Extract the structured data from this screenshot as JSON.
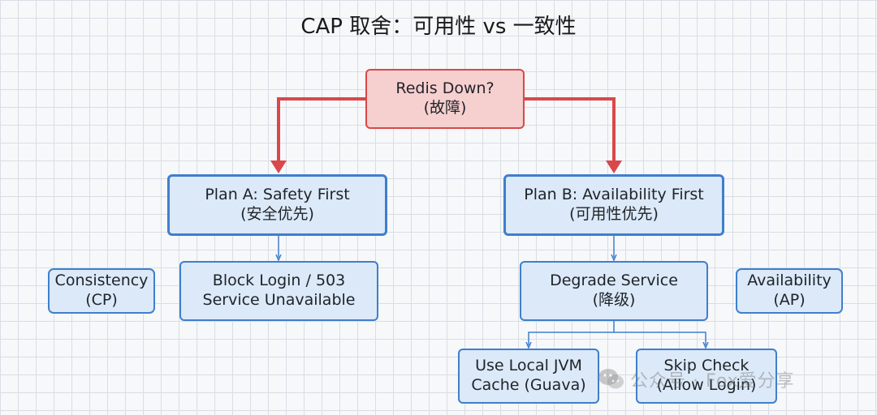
{
  "title": "CAP 取舍：可用性 vs 一致性",
  "root": {
    "line1": "Redis Down?",
    "line2": "(故障)"
  },
  "plan_a": {
    "line1": "Plan A: Safety First",
    "line2": "(安全优先)"
  },
  "plan_b": {
    "line1": "Plan B: Availability First",
    "line2": "(可用性优先)"
  },
  "block_login": {
    "line1": "Block Login / 503",
    "line2": "Service Unavailable"
  },
  "degrade": {
    "line1": "Degrade Service",
    "line2": "(降级)"
  },
  "local_cache": {
    "line1": "Use Local JVM",
    "line2": "Cache (Guava)"
  },
  "skip_check": {
    "line1": "Skip Check",
    "line2": "(Allow Login)"
  },
  "consistency": {
    "line1": "Consistency",
    "line2": "(CP)"
  },
  "availability": {
    "line1": "Availability",
    "line2": "(AP)"
  },
  "watermark": "公众号 · Fox爱分享",
  "colors": {
    "red_arrow": "#d9484a",
    "blue_border": "#3f7fcc",
    "blue_fill": "#dbe9f8",
    "red_fill": "#f6cfcf"
  }
}
